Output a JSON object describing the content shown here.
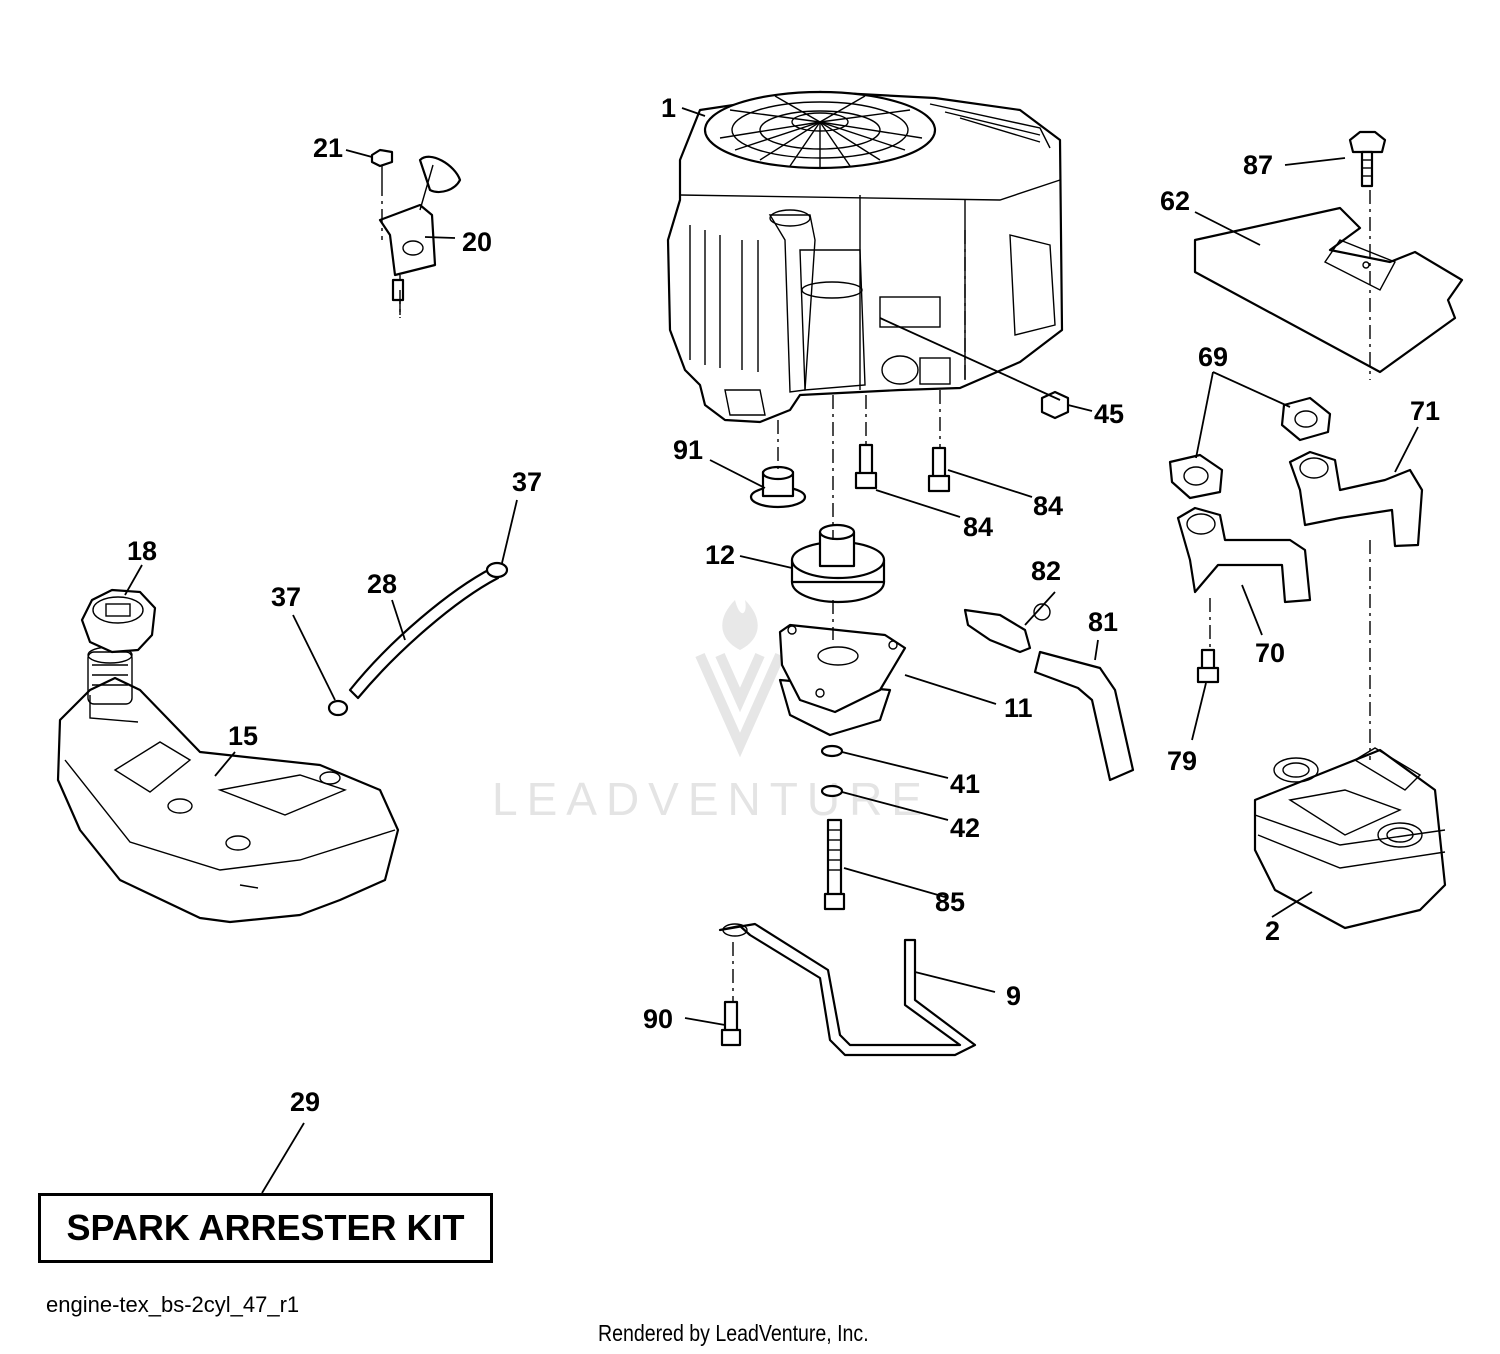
{
  "callouts": [
    {
      "id": "c1",
      "text": "1"
    },
    {
      "id": "c2",
      "text": "2"
    },
    {
      "id": "c9",
      "text": "9"
    },
    {
      "id": "c11",
      "text": "11"
    },
    {
      "id": "c12",
      "text": "12"
    },
    {
      "id": "c15",
      "text": "15"
    },
    {
      "id": "c18",
      "text": "18"
    },
    {
      "id": "c20",
      "text": "20"
    },
    {
      "id": "c21",
      "text": "21"
    },
    {
      "id": "c28",
      "text": "28"
    },
    {
      "id": "c29",
      "text": "29"
    },
    {
      "id": "c37a",
      "text": "37"
    },
    {
      "id": "c37b",
      "text": "37"
    },
    {
      "id": "c41",
      "text": "41"
    },
    {
      "id": "c42",
      "text": "42"
    },
    {
      "id": "c45",
      "text": "45"
    },
    {
      "id": "c62",
      "text": "62"
    },
    {
      "id": "c69",
      "text": "69"
    },
    {
      "id": "c70",
      "text": "70"
    },
    {
      "id": "c71",
      "text": "71"
    },
    {
      "id": "c79",
      "text": "79"
    },
    {
      "id": "c81",
      "text": "81"
    },
    {
      "id": "c82",
      "text": "82"
    },
    {
      "id": "c84a",
      "text": "84"
    },
    {
      "id": "c84b",
      "text": "84"
    },
    {
      "id": "c85",
      "text": "85"
    },
    {
      "id": "c87",
      "text": "87"
    },
    {
      "id": "c90",
      "text": "90"
    },
    {
      "id": "c91",
      "text": "91"
    }
  ],
  "kit_label": "SPARK ARRESTER KIT",
  "diagram_code": "engine-tex_bs-2cyl_47_r1",
  "rendered_by": "Rendered by LeadVenture, Inc.",
  "watermark_text": "LEADVENTURE"
}
